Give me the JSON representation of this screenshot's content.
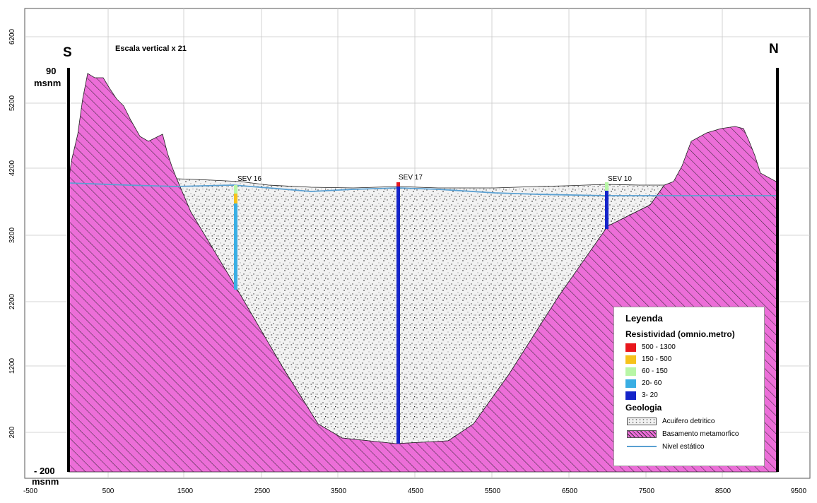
{
  "header": {
    "left_direction": "S",
    "right_direction": "N",
    "vertical_scale": "Escala vertical x 21",
    "top_elev_value": "90",
    "top_elev_unit": "msnm",
    "bottom_elev_value": "- 200",
    "bottom_elev_unit": "msnm"
  },
  "axes": {
    "x_ticks": [
      "-500",
      "500",
      "1500",
      "2500",
      "3500",
      "4500",
      "5500",
      "6500",
      "7500",
      "8500",
      "9500"
    ],
    "y_ticks": [
      "6200",
      "5200",
      "4200",
      "3200",
      "2200",
      "1200",
      "200"
    ]
  },
  "sev_labels": [
    "SEV 16",
    "SEV 17",
    "SEV 10"
  ],
  "legend": {
    "title": "Leyenda",
    "resistivity_title": "Resistividad (omnio.metro)",
    "resistivity": [
      {
        "label": "500 - 1300",
        "color": "#e8161c"
      },
      {
        "label": "150 - 500",
        "color": "#f6c21b"
      },
      {
        "label": "60 - 150",
        "color": "#b8f6a6"
      },
      {
        "label": "20- 60",
        "color": "#3aaee3"
      },
      {
        "label": "3- 20",
        "color": "#1424c9"
      }
    ],
    "geology_title": "Geologia",
    "geology": [
      {
        "label": "Acuifero detritico",
        "swatch": "aquifer"
      },
      {
        "label": "Basamento metamorfico",
        "swatch": "basement"
      },
      {
        "label": "Nivel estático",
        "swatch": "line"
      }
    ]
  },
  "colors": {
    "basement_fill": "#ec6ed8",
    "basement_hatch": "#3a2a3a",
    "aquifer_fill": "#f1f1f1",
    "water_table": "#5aa0d2",
    "grid": "#c8c8c8"
  }
}
